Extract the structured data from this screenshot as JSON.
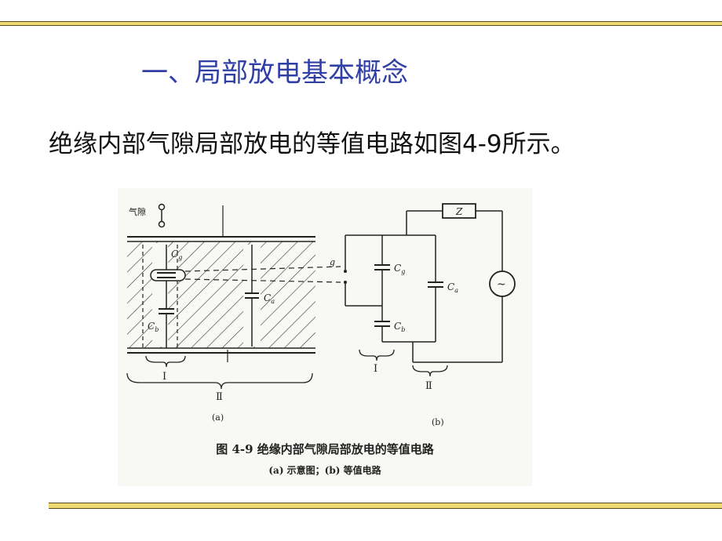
{
  "slide": {
    "title": "一、局部放电基本概念",
    "body": "绝缘内部气隙局部放电的等值电路如图4-9所示。",
    "title_color": "#2f3fa6",
    "rule_color": "#f0d870"
  },
  "figure": {
    "caption_main": "图 4-9    绝缘内部气隙局部放电的等值电路",
    "caption_sub": "(a) 示意图；(b) 等值电路",
    "panel_a": {
      "void_label": "气隙",
      "cg": "C",
      "cg_sub": "g",
      "cb": "C",
      "cb_sub": "b",
      "ca": "C",
      "ca_sub": "a",
      "region_i": "I",
      "region_ii": "Ⅱ",
      "tag": "(a)"
    },
    "panel_b": {
      "impedance": "Z",
      "switch": "g",
      "cg": "C",
      "cg_sub": "g",
      "cb": "C",
      "cb_sub": "b",
      "ca": "C",
      "ca_sub": "a",
      "region_i": "I",
      "region_ii": "Ⅱ",
      "source_symbol": "~",
      "tag": "(b)"
    }
  }
}
